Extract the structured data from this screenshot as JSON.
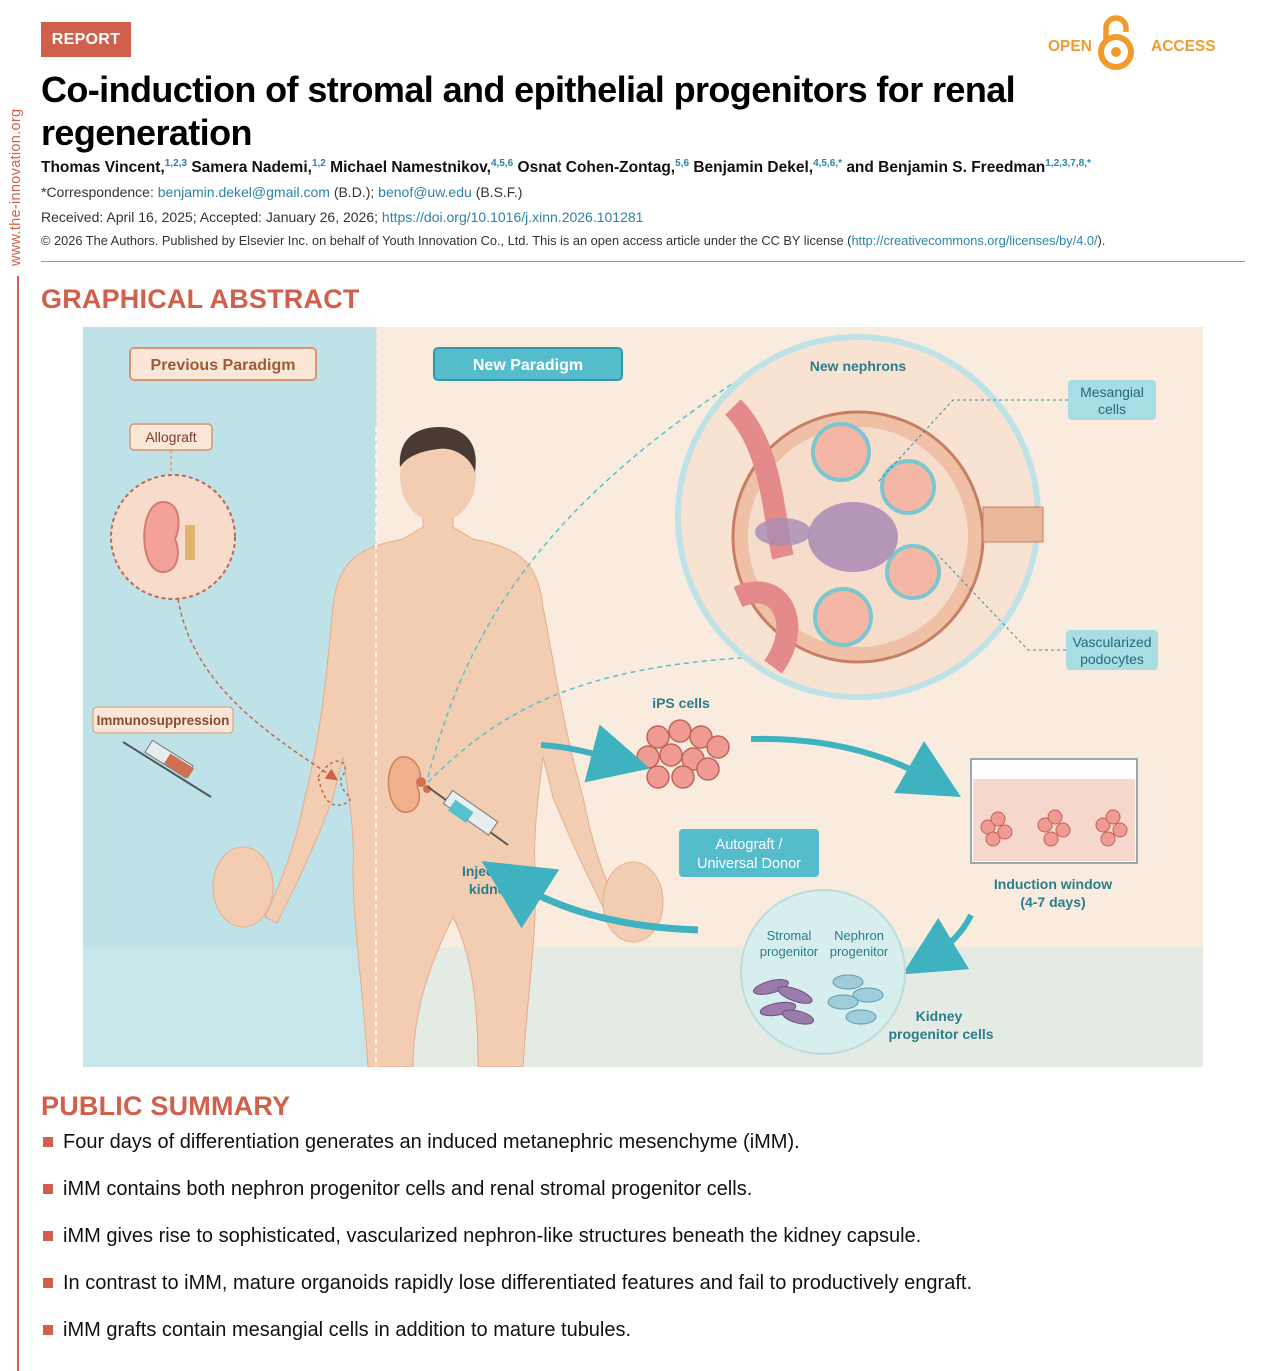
{
  "side_url": "www.the-innovation.org",
  "report_tag": "REPORT",
  "open_access": {
    "left": "OPEN",
    "right": "ACCESS"
  },
  "title": "Co-induction of stromal and epithelial progenitors for renal regeneration",
  "authors": [
    {
      "name": "Thomas Vincent,",
      "sup": "1,2,3"
    },
    {
      "name": "Samera Nademi,",
      "sup": "1,2"
    },
    {
      "name": "Michael Namestnikov,",
      "sup": "4,5,6"
    },
    {
      "name": "Osnat Cohen-Zontag,",
      "sup": "5,6"
    },
    {
      "name": "Benjamin Dekel,",
      "sup": "4,5,6,*"
    },
    {
      "name": "and Benjamin S. Freedman",
      "sup": "1,2,3,7,8,*"
    }
  ],
  "correspondence": {
    "label": "*Correspondence:",
    "email1": "benjamin.dekel@gmail.com",
    "who1": "(B.D.);",
    "email2": "benof@uw.edu",
    "who2": "(B.S.F.)"
  },
  "received": {
    "text": "Received: April 16, 2025; Accepted: January 26, 2026;",
    "doi": "https://doi.org/10.1016/j.xinn.2026.101281"
  },
  "license": {
    "text": "© 2026 The Authors. Published by Elsevier Inc. on behalf of Youth Innovation Co., Ltd. This is an open access article under the CC BY license (",
    "url": "http://creativecommons.org/licenses/by/4.0/",
    "end": ")."
  },
  "graphical_abstract": {
    "heading": "GRAPHICAL ABSTRACT",
    "previous_paradigm": "Previous Paradigm",
    "new_paradigm": "New Paradigm",
    "allograft": "Allograft",
    "immunosuppression": "Immunosuppression",
    "new_nephrons": "New nephrons",
    "mesangial_1": "Mesangial",
    "mesangial_2": "cells",
    "vasc_1": "Vascularized",
    "vasc_2": "podocytes",
    "ips_cells": "iPS cells",
    "autograft_1": "Autograft /",
    "autograft_2": "Universal Donor",
    "inject_1": "Inject into",
    "inject_2": "kidneys",
    "induction_1": "Induction window",
    "induction_2": "(4-7 days)",
    "stromal_1": "Stromal",
    "stromal_2": "progenitor",
    "nephron_1": "Nephron",
    "nephron_2": "progenitor",
    "kidney_prog_1": "Kidney",
    "kidney_prog_2": "progenitor cells",
    "colors": {
      "left_bg": "#bfe2e8",
      "right_bg": "#f9ecdf",
      "teal": "#3fb2c0",
      "coral": "#d0604c"
    }
  },
  "public_summary": {
    "heading": "PUBLIC SUMMARY",
    "items": [
      "Four days of differentiation generates an induced metanephric mesenchyme (iMM).",
      "iMM contains both nephron progenitor cells and renal stromal progenitor cells.",
      "iMM gives rise to sophisticated, vascularized nephron-like structures beneath the kidney capsule.",
      "In contrast to iMM, mature organoids rapidly lose differentiated features and fail to productively engraft.",
      "iMM grafts contain mesangial cells in addition to mature tubules."
    ]
  }
}
